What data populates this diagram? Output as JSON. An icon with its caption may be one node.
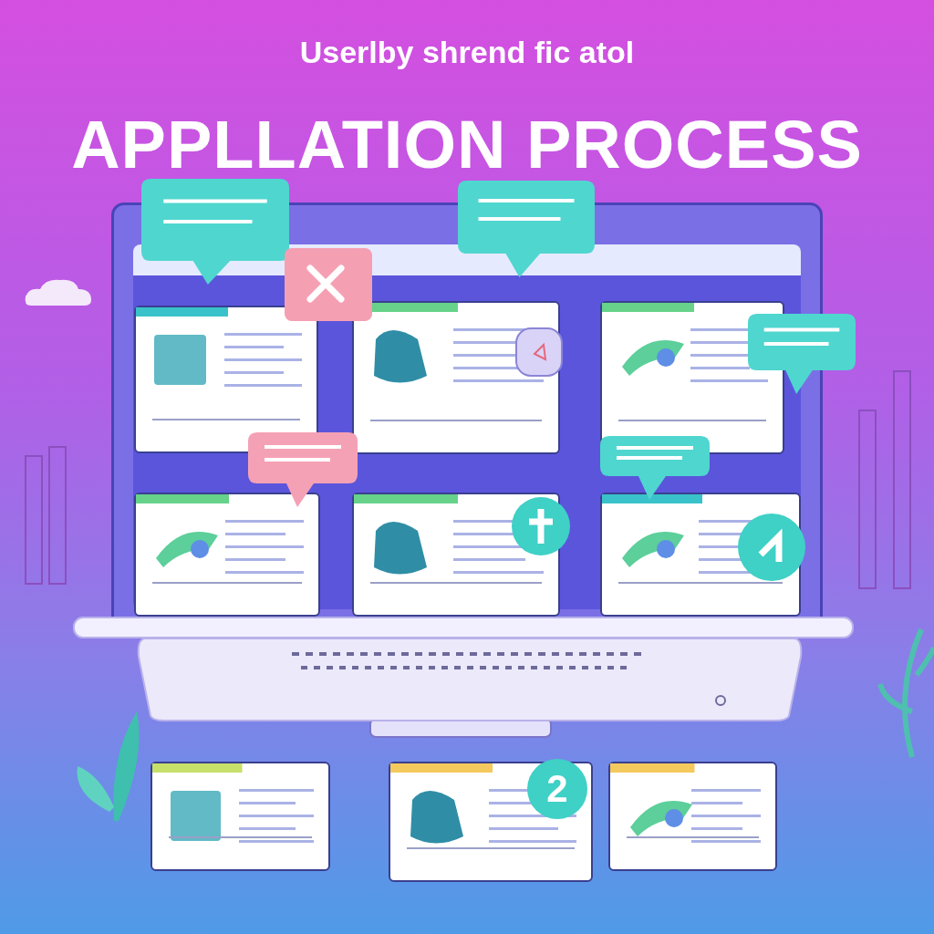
{
  "diagram": {
    "title": "APPLLATION PROCESS",
    "labels": [
      "Userlby shrend fic atol",
      "2"
    ]
  }
}
